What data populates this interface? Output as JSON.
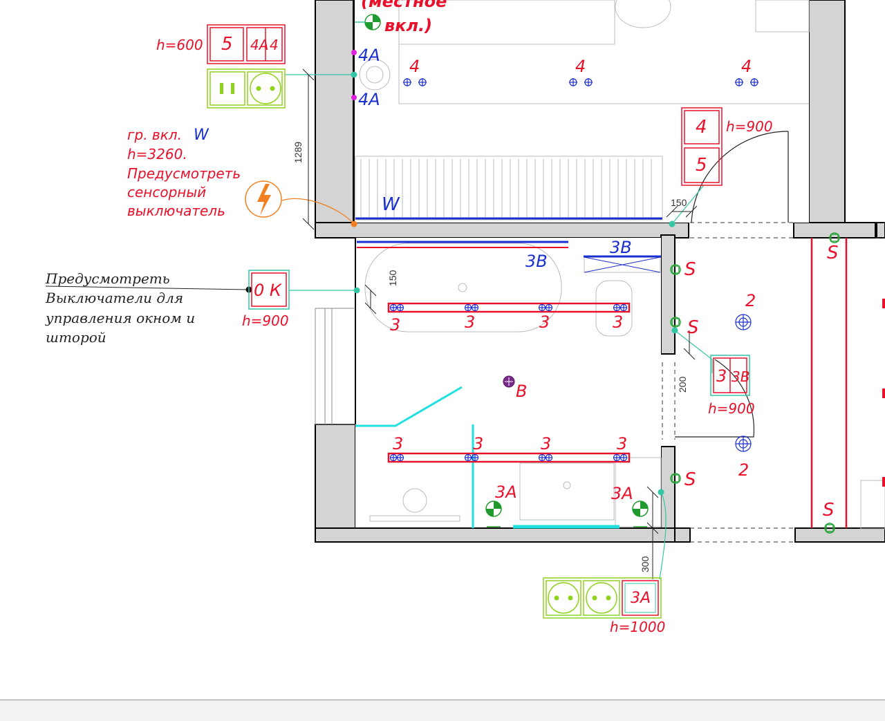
{
  "colors": {
    "accent_red": "#e8102a",
    "accent_blue": "#1a2fd0",
    "cyan": "#20e0e0",
    "green": "#2aa53a",
    "lime": "#8fd21e",
    "teal": "#34c6a4",
    "orange": "#f08020",
    "wall": "#d4d4d4"
  },
  "top_note": {
    "line1": "(местное",
    "line2": "вкл.)"
  },
  "sockets_top": {
    "height": "h=600",
    "switch_a": "5",
    "switch_b": "4A",
    "switch_c": "4"
  },
  "markers": {
    "m4a_1": "4A",
    "m4a_2": "4A",
    "w": "W",
    "b": "B",
    "c3b_1": "3B",
    "c3b_2": "3B"
  },
  "ceiling_groups": {
    "g4_1": "4",
    "g4_2": "4",
    "g4_3": "4",
    "g3_1": "3",
    "g3_2": "3",
    "g3_3": "3",
    "g3_4": "3",
    "g3_5": "3",
    "g3_6": "3",
    "g3_7": "3",
    "g3_8": "3",
    "g3a_1": "3A",
    "g3a_2": "3A",
    "g2_1": "2",
    "g2_2": "2"
  },
  "group_switch_note": {
    "line1": "гр. вкл.",
    "line1_code": "W",
    "line2": "h=3260.",
    "line3": "Предусмотреть",
    "line4": "сенсорный",
    "line5": "выключатель"
  },
  "dims": {
    "d1289": "1289",
    "d150a": "150",
    "d150b": "150",
    "d200": "200",
    "d300": "300"
  },
  "door_switch": {
    "top": "4",
    "bottom": "5",
    "height": "h=900"
  },
  "window_note": {
    "line1": "Предусмотреть",
    "line2": "Выключатели для",
    "line3": "управления окном и",
    "line4": "шторой",
    "label": "0 К",
    "height": "h=900"
  },
  "sensors": {
    "s1": "S",
    "s2": "S",
    "s3": "S",
    "s4": "S",
    "s5": "S"
  },
  "corridor_switch": {
    "a": "3",
    "b": "3B",
    "height": "h=900"
  },
  "sockets_bottom": {
    "switch": "3A",
    "height": "h=1000"
  }
}
